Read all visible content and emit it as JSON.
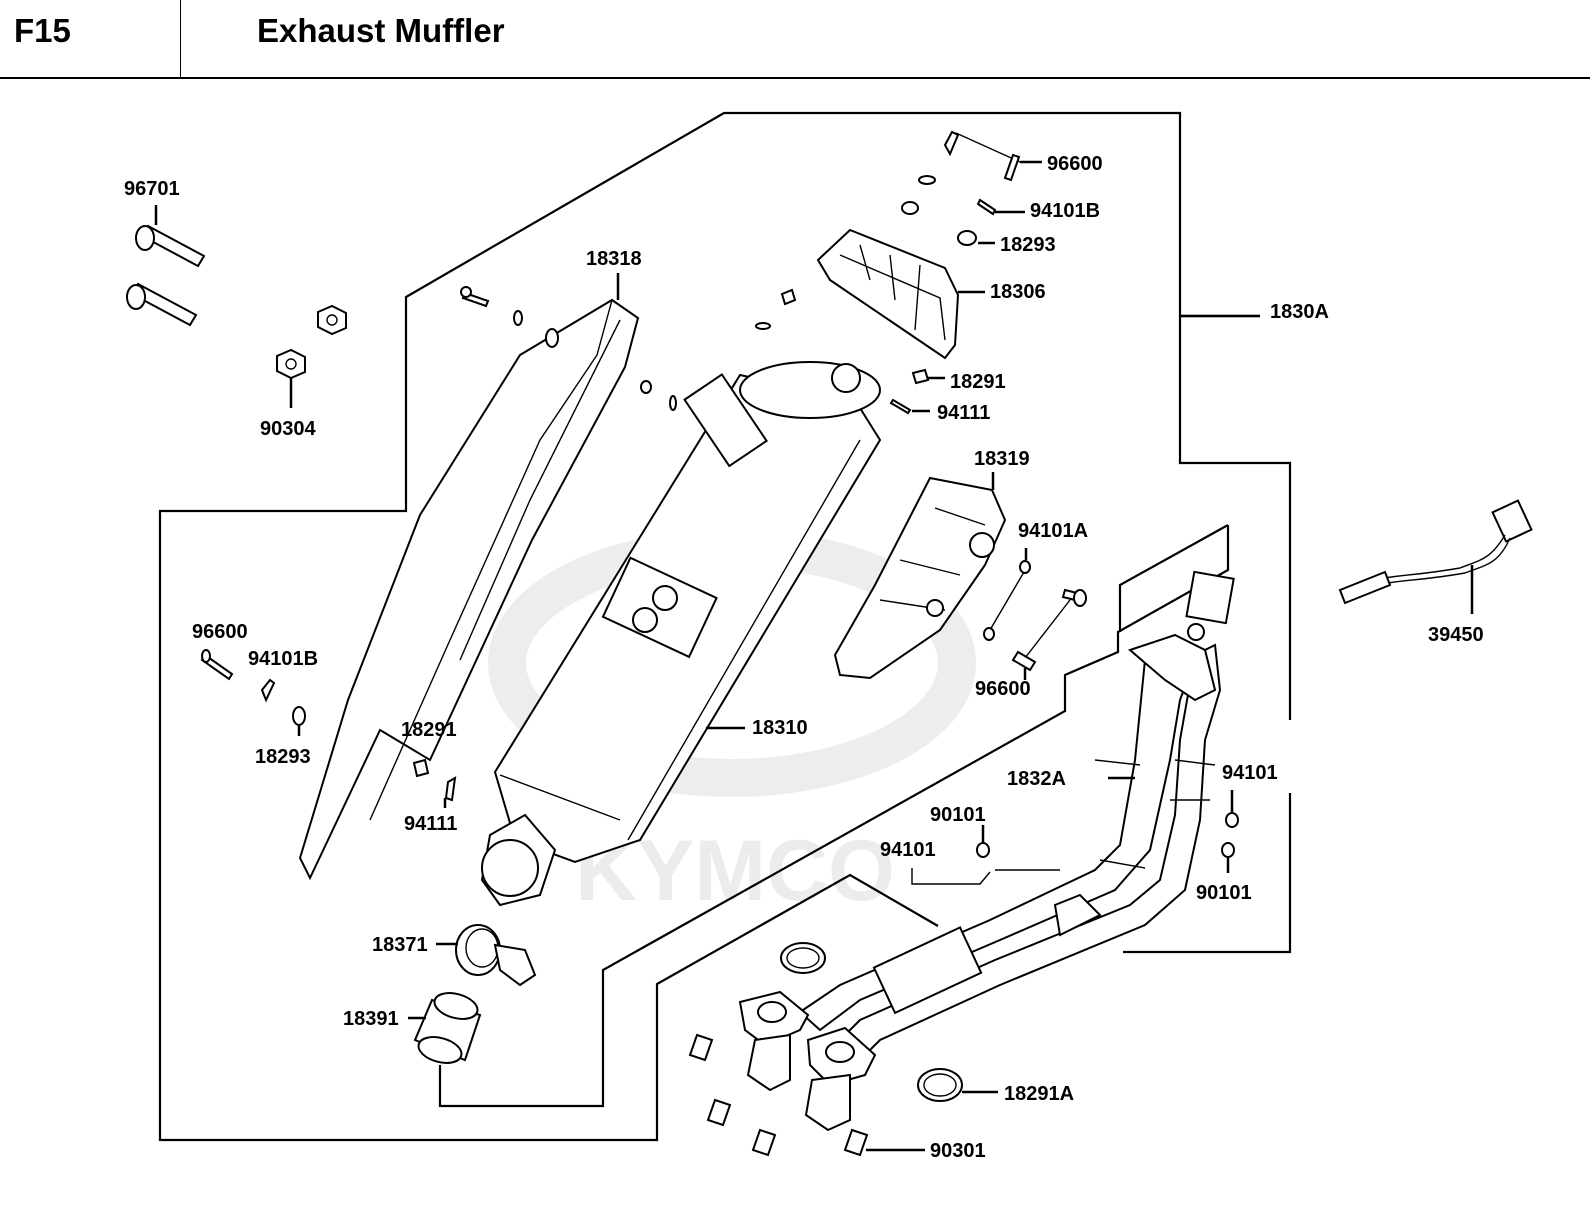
{
  "header": {
    "section_code": "F15",
    "title": "Exhaust Muffler"
  },
  "watermark": {
    "brand": "KYMCO"
  },
  "callouts": {
    "c96701": "96701",
    "c90304": "90304",
    "c18318": "18318",
    "c96600_top": "96600",
    "c94101B_top": "94101B",
    "c18293_top": "18293",
    "c18306": "18306",
    "c1830A": "1830A",
    "c18291_top": "18291",
    "c94111_top": "94111",
    "c18319": "18319",
    "c94101A": "94101A",
    "c96600_mid": "96600",
    "c39450": "39450",
    "c96600_left": "96600",
    "c94101B_left": "94101B",
    "c18293_left": "18293",
    "c18291_left": "18291",
    "c94111_left": "94111",
    "c18310": "18310",
    "c1832A": "1832A",
    "c94101_right": "94101",
    "c90101_right": "90101",
    "c90101_mid": "90101",
    "c94101_mid": "94101",
    "c18371": "18371",
    "c18391": "18391",
    "c18291A": "18291A",
    "c90301": "90301"
  }
}
